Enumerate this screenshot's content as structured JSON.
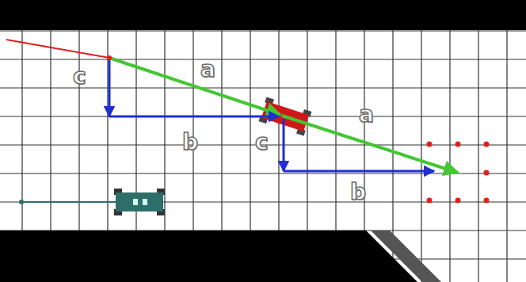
{
  "diagram": {
    "labels": [
      "a",
      "c",
      "a",
      "b",
      "c",
      "b"
    ]
  }
}
